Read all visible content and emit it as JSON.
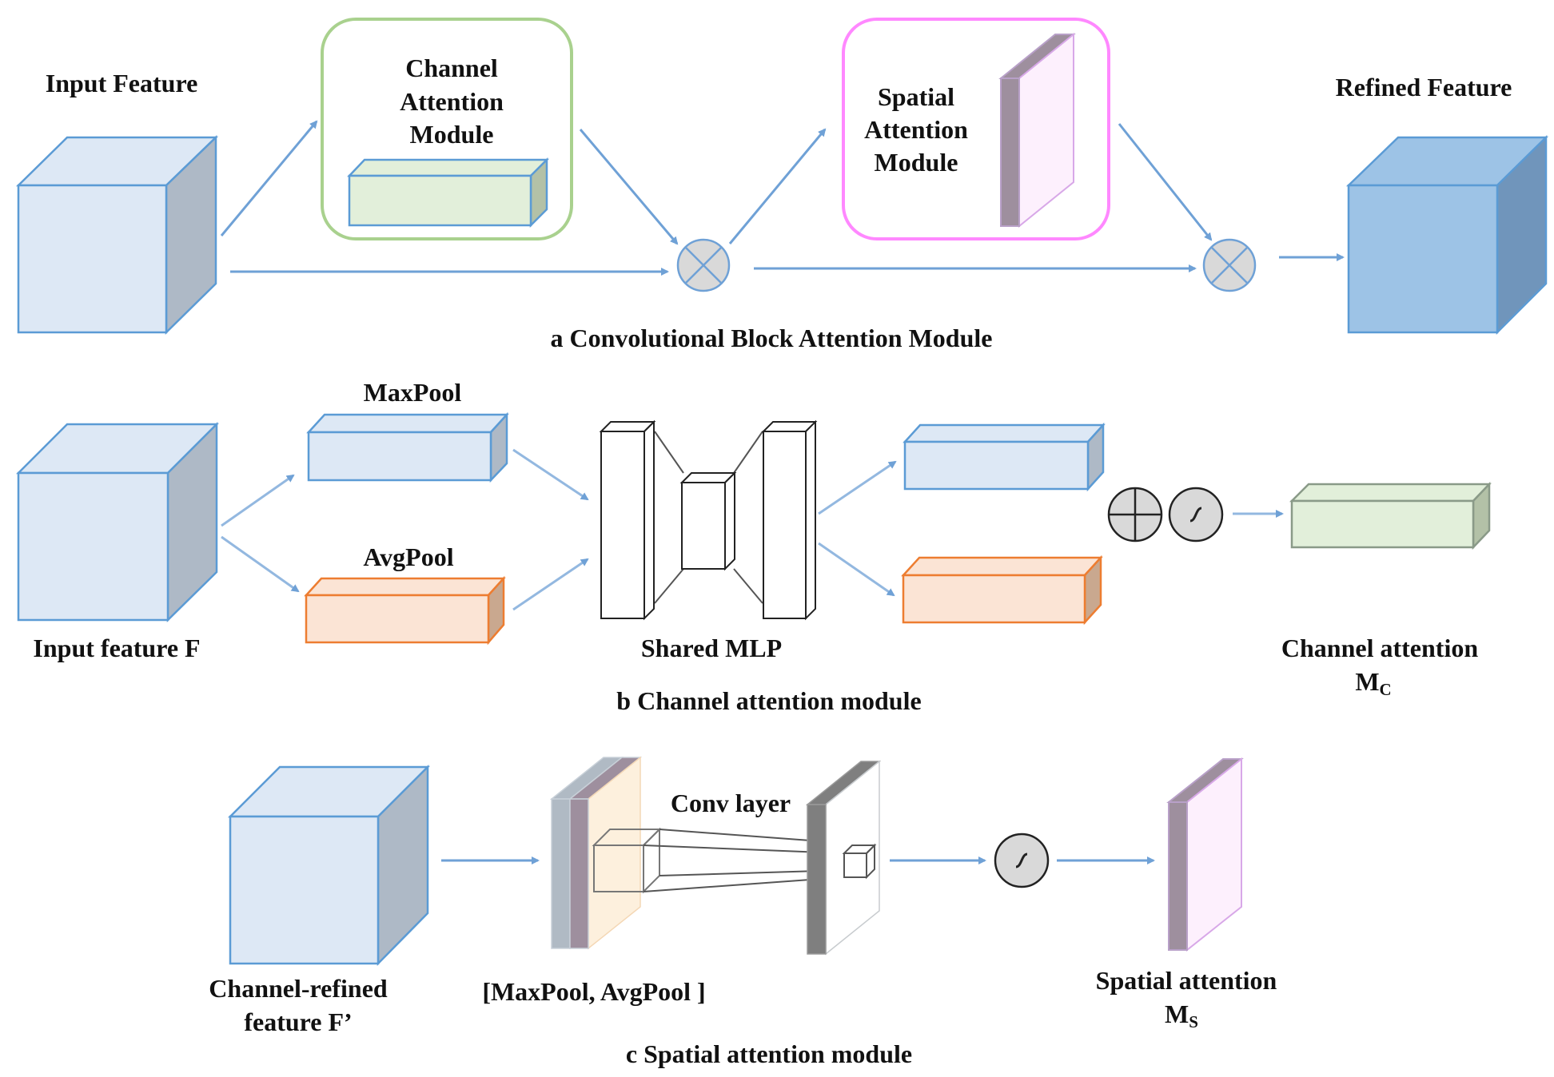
{
  "section_a": {
    "caption": "a Convolutional Block Attention Module",
    "input_label": "Input Feature",
    "channel_module_lines": [
      "Channel",
      "Attention",
      "Module"
    ],
    "spatial_module_lines": [
      "Spatial",
      "Attention",
      "Module"
    ],
    "output_label": "Refined Feature"
  },
  "section_b": {
    "caption": "b Channel attention module",
    "input_label": "Input feature F",
    "maxpool_label": "MaxPool",
    "avgpool_label": "AvgPool",
    "mlp_label": "Shared MLP",
    "output_label": "Channel attention",
    "output_symbol": "M",
    "output_subscript": "C"
  },
  "section_c": {
    "caption": "c Spatial attention module",
    "input_label_lines": [
      "Channel-refined",
      "feature F’"
    ],
    "concat_label": "[MaxPool, AvgPool ]",
    "conv_label": "Conv layer",
    "output_label": "Spatial attention",
    "output_symbol": "M",
    "output_subscript": "S"
  },
  "colors": {
    "arrow": "#6fa1d6",
    "feature_face": "#dde8f5",
    "feature_side": "#aeb9c6",
    "feature_border": "#5b9bd5",
    "refined_face": "#9dc3e6",
    "refined_side": "#7095bb",
    "channel_green": "#e2efda",
    "channel_green_side": "#b3c1a7",
    "green_border": "#a9d18e",
    "orange_face": "#fbe4d5",
    "orange_border": "#ed7d31",
    "spatial_pink": "#fdf0fd",
    "pink_border": "#ff88ff",
    "spatial_side": "#9e8f9e",
    "operator_fill": "#d9d9d9"
  }
}
